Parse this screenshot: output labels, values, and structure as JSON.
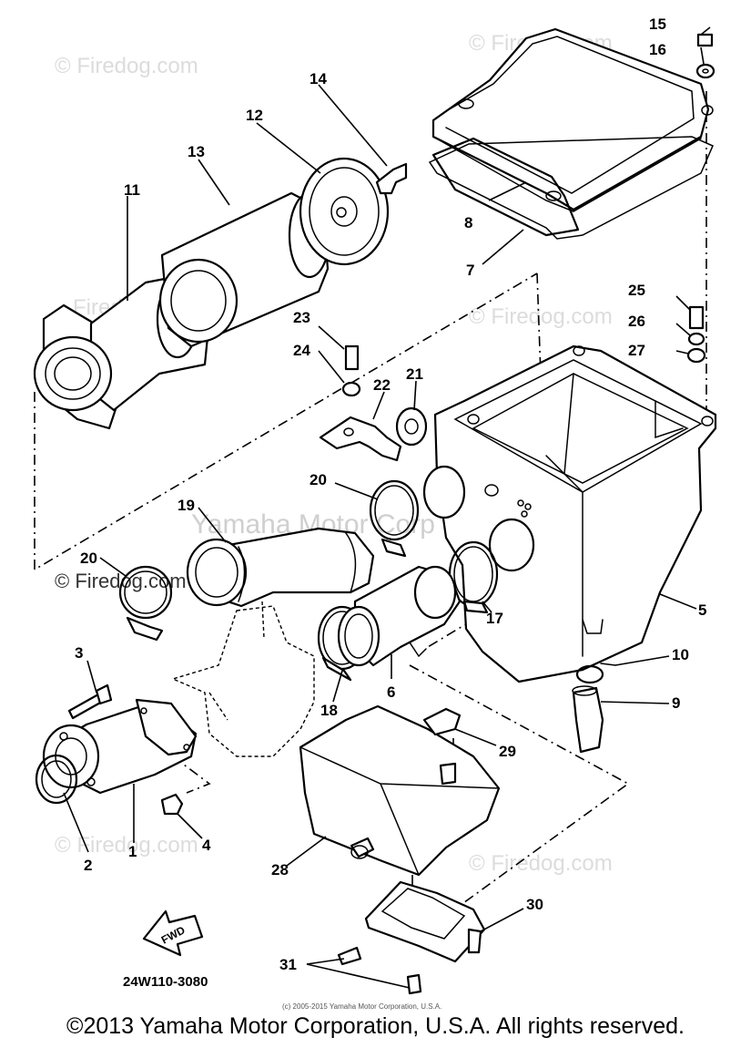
{
  "watermarks": {
    "firedog": "© Firedog.com",
    "firedog_plain": "Firedog.com",
    "center": "Yamaha Motor Corp U.S.A."
  },
  "part_code": "24W110-3080",
  "arrow_label": "FWD",
  "small_credit": "(c) 2005-2015 Yamaha Motor Corporation, U.S.A.",
  "copyright": "©2013 Yamaha Motor Corporation, U.S.A. All rights reserved.",
  "callouts": {
    "c1": "1",
    "c2": "2",
    "c3": "3",
    "c4": "4",
    "c5": "5",
    "c6": "6",
    "c7": "7",
    "c8": "8",
    "c9": "9",
    "c10": "10",
    "c11": "11",
    "c12": "12",
    "c13": "13",
    "c14": "14",
    "c15": "15",
    "c16": "16",
    "c17": "17",
    "c18": "18",
    "c19": "19",
    "c20a": "20",
    "c20b": "20",
    "c21": "21",
    "c22": "22",
    "c23": "23",
    "c24": "24",
    "c25": "25",
    "c26": "26",
    "c27": "27",
    "c28": "28",
    "c29": "29",
    "c30": "30",
    "c31": "31"
  }
}
